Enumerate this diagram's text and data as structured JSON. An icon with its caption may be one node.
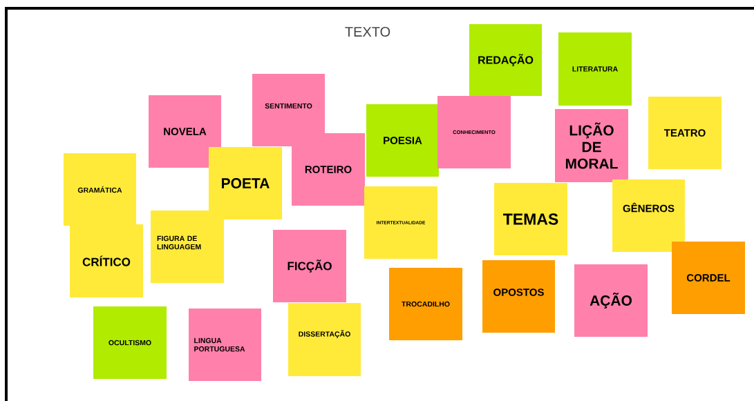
{
  "diagram": {
    "title": "TEXTO",
    "nodes": [
      {
        "text": [
          "REDAÇÃO"
        ]
      },
      {
        "text": [
          "LITERATURA"
        ]
      },
      {
        "text": [
          "SENTIMENTO"
        ]
      },
      {
        "text": [
          "NOVELA"
        ]
      },
      {
        "text": [
          "POESIA"
        ]
      },
      {
        "text": [
          "CONHECIMENTO"
        ]
      },
      {
        "text": [
          "LIÇÃO DE MORAL"
        ]
      },
      {
        "text": [
          "TEATRO"
        ]
      },
      {
        "text": [
          "ROTEIRO"
        ]
      },
      {
        "text": [
          "POETA"
        ]
      },
      {
        "text": [
          "GRAMÁTICA"
        ]
      },
      {
        "text": [
          "INTERTEXTUALIDADE"
        ]
      },
      {
        "text": [
          "TEMAS"
        ]
      },
      {
        "text": [
          "GÊNEROS"
        ]
      },
      {
        "text": [
          "CRÍTICO"
        ]
      },
      {
        "text": [
          "FIGURA DE LINGUAGEM"
        ]
      },
      {
        "text": [
          "FICÇÃO"
        ]
      },
      {
        "text": [
          "CORDEL"
        ]
      },
      {
        "text": [
          "TROCADILHO"
        ]
      },
      {
        "text": [
          "OPOSTOS"
        ]
      },
      {
        "text": [
          "AÇÃO"
        ]
      },
      {
        "text": [
          "OCULTISMO"
        ]
      },
      {
        "text": [
          "LINGUA PORTUGUESA"
        ]
      },
      {
        "text": [
          "DISSERTAÇÃO"
        ]
      }
    ]
  }
}
